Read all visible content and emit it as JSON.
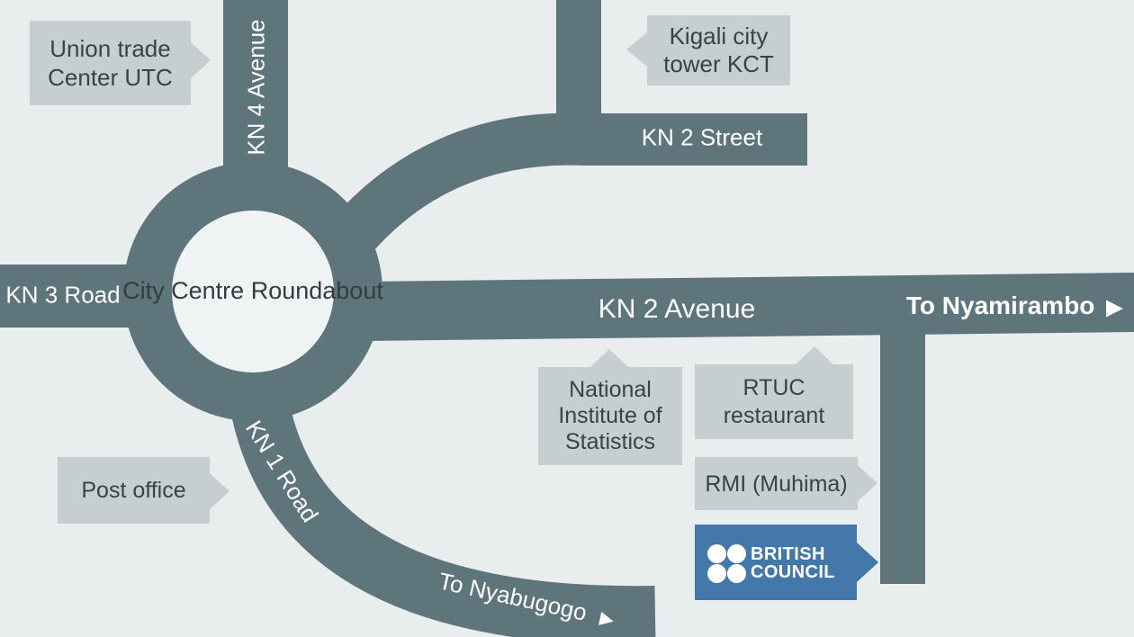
{
  "colors": {
    "background": "#e9edee",
    "road": "#5d757b",
    "roundabout_inner": "#f0f3f4",
    "label_box": "#c6ced0",
    "label_text": "#3b4246",
    "road_text": "#ffffff",
    "british_council_blue": "#4478ab"
  },
  "roundabout": {
    "line1": "City Centre",
    "line2": "Roundabout"
  },
  "roads": {
    "kn4_avenue": "KN 4 Avenue",
    "kn2_street": "KN 2 Street",
    "kn3_road": "KN 3 Road",
    "kn2_avenue": "KN 2 Avenue",
    "kn1_road": "KN 1 Road"
  },
  "directions": {
    "nyamirambo": {
      "label": "To Nyamirambo",
      "arrow": "▶"
    },
    "nyabugogo": {
      "label": "To Nyabugogo",
      "arrow": "▶"
    }
  },
  "places": {
    "union_trade_center": {
      "line1": "Union trade",
      "line2": "Center UTC"
    },
    "kigali_city_tower": {
      "line1": "Kigali city",
      "line2": "tower KCT"
    },
    "national_institute_of_statistics": {
      "line1": "National",
      "line2": "Institute of",
      "line3": "Statistics"
    },
    "rtuc_restaurant": {
      "line1": "RTUC",
      "line2": "restaurant"
    },
    "rmi_muhima": {
      "label": "RMI (Muhima)"
    },
    "post_office": {
      "label": "Post office"
    },
    "british_council": {
      "line1": "BRITISH",
      "line2": "COUNCIL"
    }
  }
}
